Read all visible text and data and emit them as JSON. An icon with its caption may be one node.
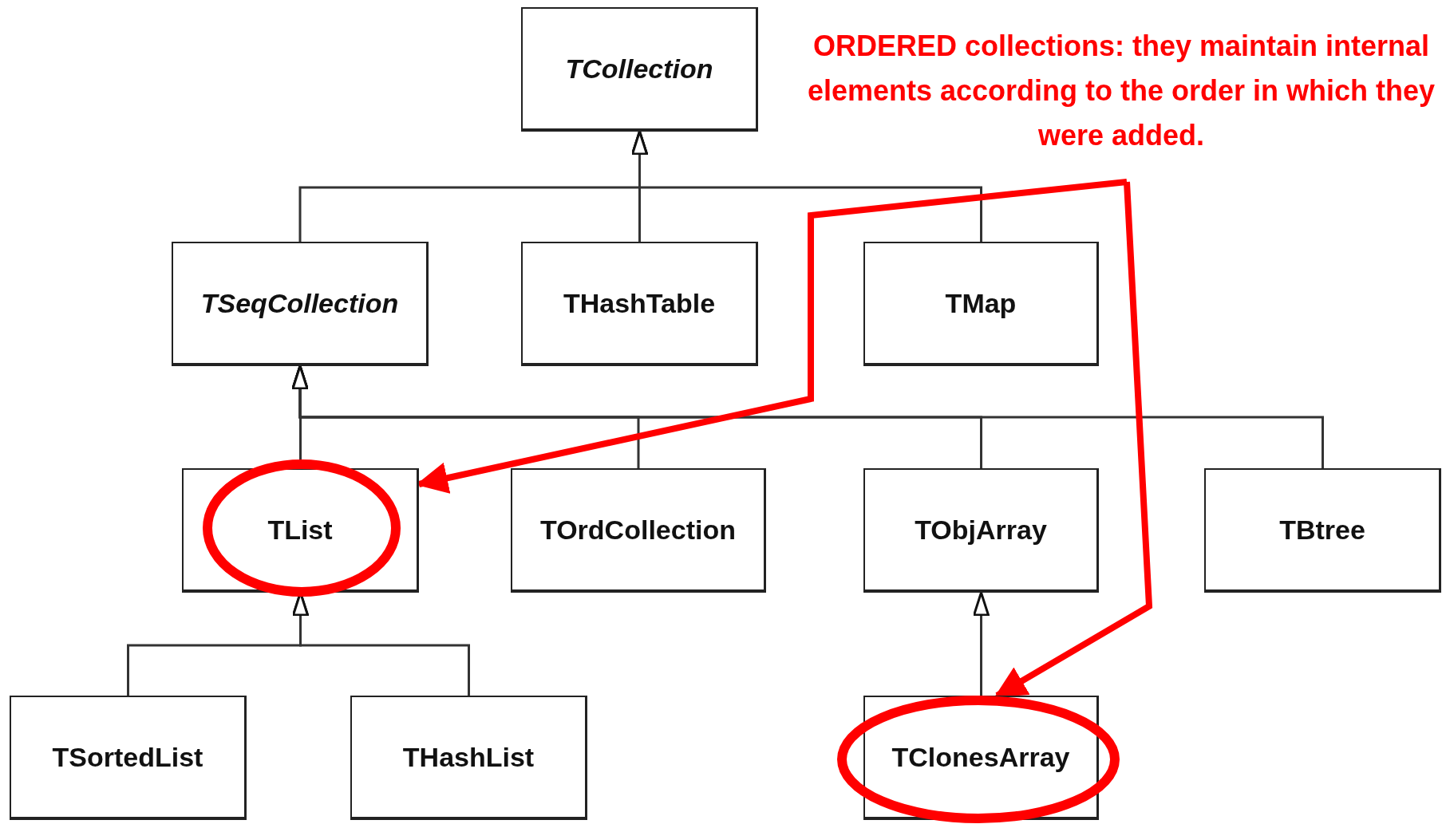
{
  "diagram": {
    "nodes": [
      {
        "text": [
          "TCollection"
        ]
      },
      {
        "text": [
          "TSeqCollection"
        ]
      },
      {
        "text": [
          "THashTable"
        ]
      },
      {
        "text": [
          "TMap"
        ]
      },
      {
        "text": [
          "TList"
        ]
      },
      {
        "text": [
          "TOrdCollection"
        ]
      },
      {
        "text": [
          "TObjArray"
        ]
      },
      {
        "text": [
          "TBtree"
        ]
      },
      {
        "text": [
          "TSortedList"
        ]
      },
      {
        "text": [
          "THashList"
        ]
      },
      {
        "text": [
          "TClonesArray"
        ]
      },
      {
        "text": [
          "ORDERED collections: they maintain internal elements according to the order in which they were added."
        ]
      }
    ],
    "edges": [
      {
        "from": 1,
        "to": 0,
        "arrow": "to"
      },
      {
        "from": 2,
        "to": 0,
        "arrow": "to"
      },
      {
        "from": 3,
        "to": 0,
        "arrow": "to"
      },
      {
        "from": 4,
        "to": 1,
        "arrow": "to"
      },
      {
        "from": 5,
        "to": 1,
        "arrow": "to"
      },
      {
        "from": 6,
        "to": 1,
        "arrow": "to"
      },
      {
        "from": 7,
        "to": 1,
        "arrow": "to"
      },
      {
        "from": 8,
        "to": 4,
        "arrow": "to"
      },
      {
        "from": 9,
        "to": 4,
        "arrow": "to"
      },
      {
        "from": 10,
        "to": 6,
        "arrow": "to"
      },
      {
        "from": 11,
        "to": 4,
        "arrow": "to",
        "style": "thick",
        "color": "#ff0000"
      },
      {
        "from": 11,
        "to": 10,
        "arrow": "to",
        "style": "thick",
        "color": "#ff0000"
      }
    ]
  }
}
